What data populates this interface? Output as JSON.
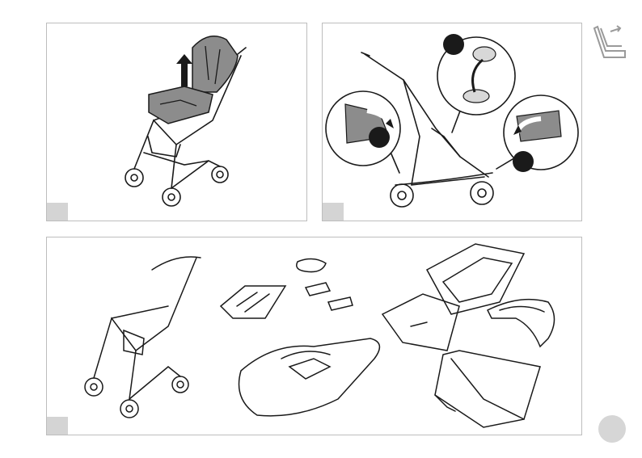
{
  "page": {
    "title": "",
    "page_number_badge": "",
    "side_icon": "recline-seat-icon"
  },
  "panels": [
    {
      "id": "panel-1",
      "step_label": "",
      "illustration": "stroller-seat-unit-lift-up"
    },
    {
      "id": "panel-2",
      "step_label": "",
      "illustration": "stroller-frame-release-buttons",
      "callout_numbers": [
        "",
        "",
        ""
      ]
    },
    {
      "id": "panel-3",
      "step_label": "",
      "illustration": "stroller-fabric-parts-exploded"
    }
  ],
  "colors": {
    "panel_border": "#bdbdbd",
    "line": "#1a1a1a",
    "gray_fill": "#8c8c8c",
    "light_fill": "#d8d8d8",
    "step_box": "#d4d4d4",
    "badge": "#d6d6d6"
  }
}
